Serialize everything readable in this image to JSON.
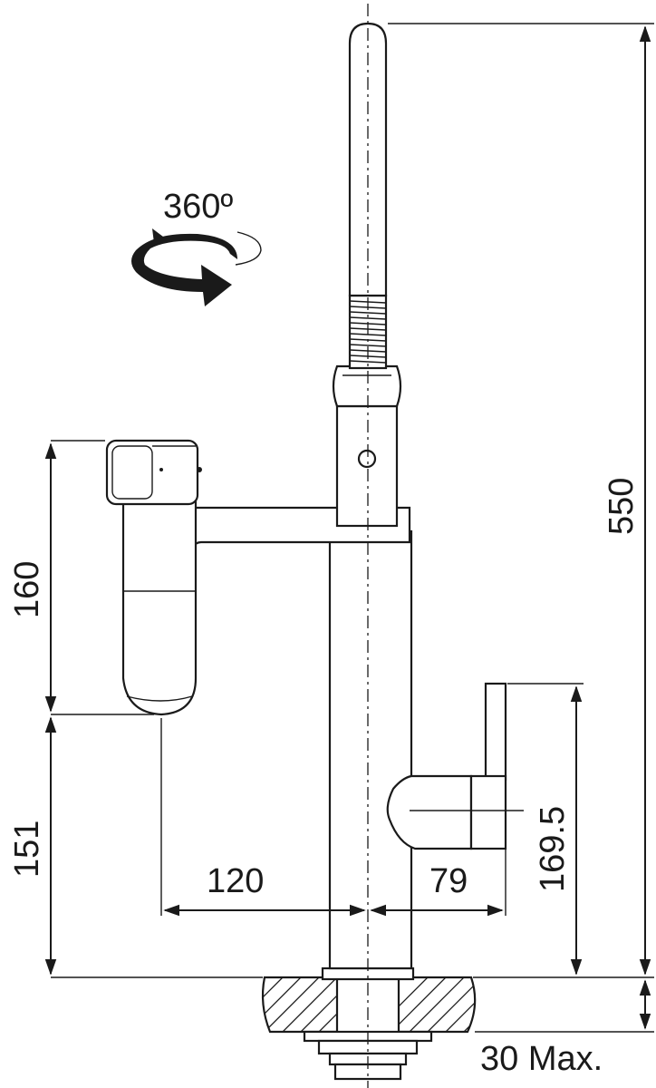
{
  "dimensions": {
    "total_height": "550",
    "spray_head_height": "160",
    "spray_head_clearance": "151",
    "spout_reach": "120",
    "lever_offset": "79",
    "lever_height": "169.5",
    "max_counter_thickness": "30 Max."
  },
  "rotation_label": "360º",
  "icons": [
    "rotation-arrow-icon"
  ]
}
